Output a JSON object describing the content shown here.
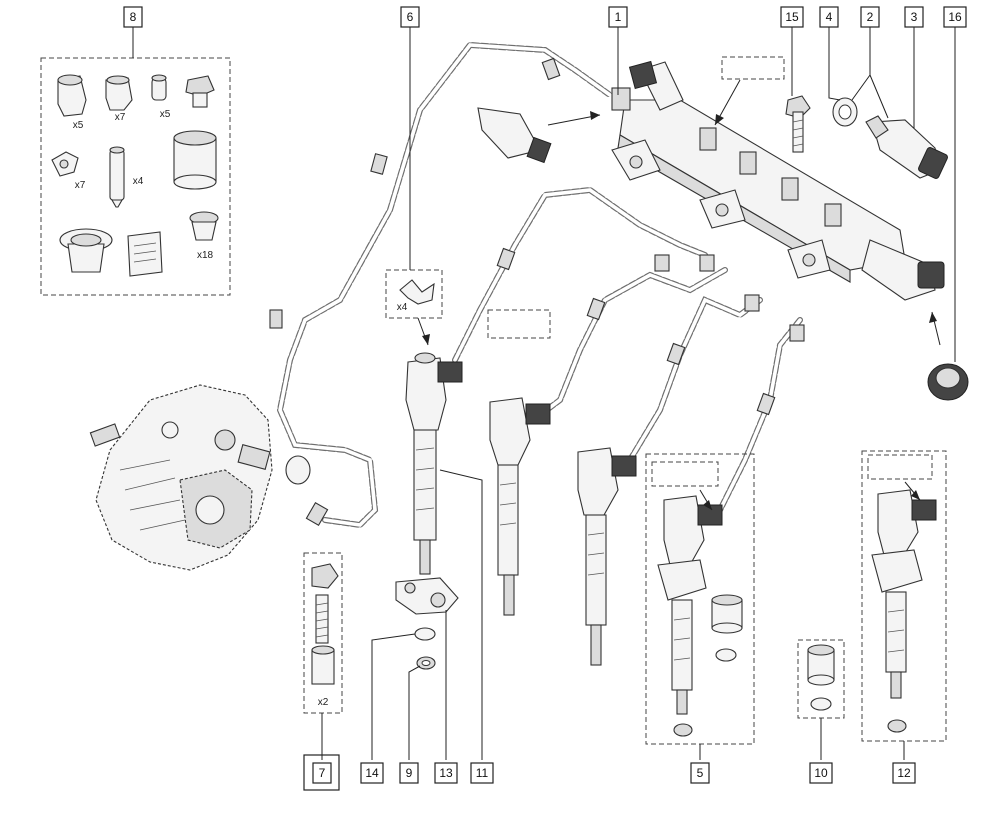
{
  "callouts": [
    {
      "id": "c8",
      "label": "8"
    },
    {
      "id": "c6",
      "label": "6"
    },
    {
      "id": "c1",
      "label": "1"
    },
    {
      "id": "c15",
      "label": "15"
    },
    {
      "id": "c4",
      "label": "4"
    },
    {
      "id": "c2",
      "label": "2"
    },
    {
      "id": "c3",
      "label": "3"
    },
    {
      "id": "c16",
      "label": "16"
    },
    {
      "id": "c7",
      "label": "7"
    },
    {
      "id": "c14",
      "label": "14"
    },
    {
      "id": "c9",
      "label": "9"
    },
    {
      "id": "c13",
      "label": "13"
    },
    {
      "id": "c11",
      "label": "11"
    },
    {
      "id": "c5",
      "label": "5"
    },
    {
      "id": "c10",
      "label": "10"
    },
    {
      "id": "c12",
      "label": "12"
    }
  ],
  "kit_quantities": {
    "cap_large": "x5",
    "cap_medium": "x7",
    "cap_small": "x5",
    "washer_tab": "x7",
    "pin": "x4",
    "sleeve_small": "x18",
    "clip": "x4",
    "stud_kit": "x2"
  },
  "highlight_color": "#e0161b",
  "highlighted_callout": "7"
}
